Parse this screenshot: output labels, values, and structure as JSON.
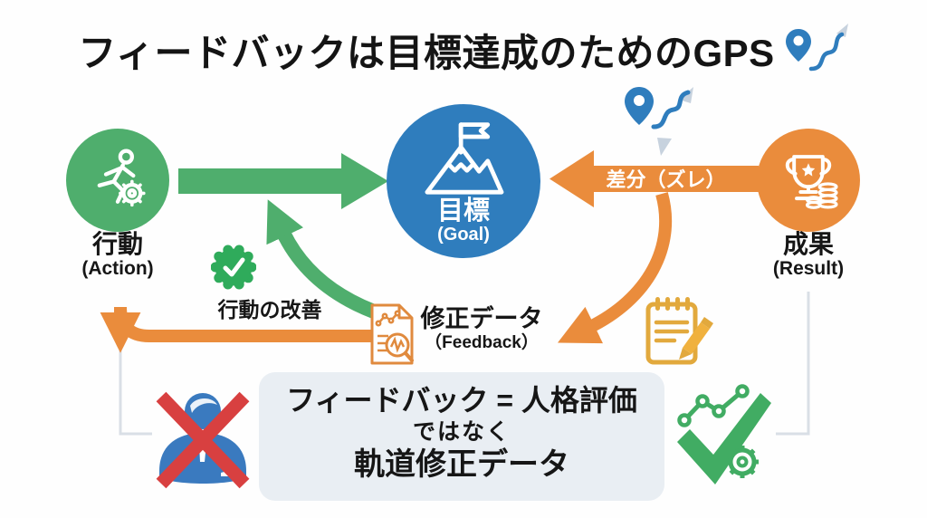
{
  "title": {
    "text": "フィードバックは目標達成のためのGPS"
  },
  "nodes": {
    "action": {
      "label": "行動",
      "sublabel": "(Action)"
    },
    "goal": {
      "label": "目標",
      "sublabel": "(Goal)"
    },
    "result": {
      "label": "成果",
      "sublabel": "(Result)"
    }
  },
  "labels": {
    "gap": "差分（ズレ）",
    "improvement": "行動の改善",
    "feedback_title": "修正データ",
    "feedback_sub": "（Feedback）"
  },
  "statement": {
    "line1": "フィードバック = 人格評価",
    "line2": "ではなく",
    "line3": "軌道修正データ"
  },
  "icons": {
    "title_gps": "gps-pin-route",
    "goal_gps": "gps-pin-route-small",
    "action": "runner-gear",
    "goal": "mountain-flag",
    "result": "trophy-coins",
    "improvement_badge": "check-seal",
    "feedback_doc": "document-chart-magnifier",
    "notepad": "notepad-pencil",
    "person": "person-crossed-out",
    "progress": "chart-check-gear"
  },
  "colors": {
    "green": "#4FAE6D",
    "badge_green": "#2FAB5B",
    "check_green": "#41AC63",
    "blue": "#2F7DBD",
    "orange": "#EA8C3C",
    "gold": "#E2A93D",
    "red": "#D84040",
    "person_blue": "#3A7ABF",
    "box_bg": "#E9EEF3",
    "connector_gray": "#D9DFE6",
    "route_gray": "#C7D2DE",
    "text": "#161616"
  }
}
